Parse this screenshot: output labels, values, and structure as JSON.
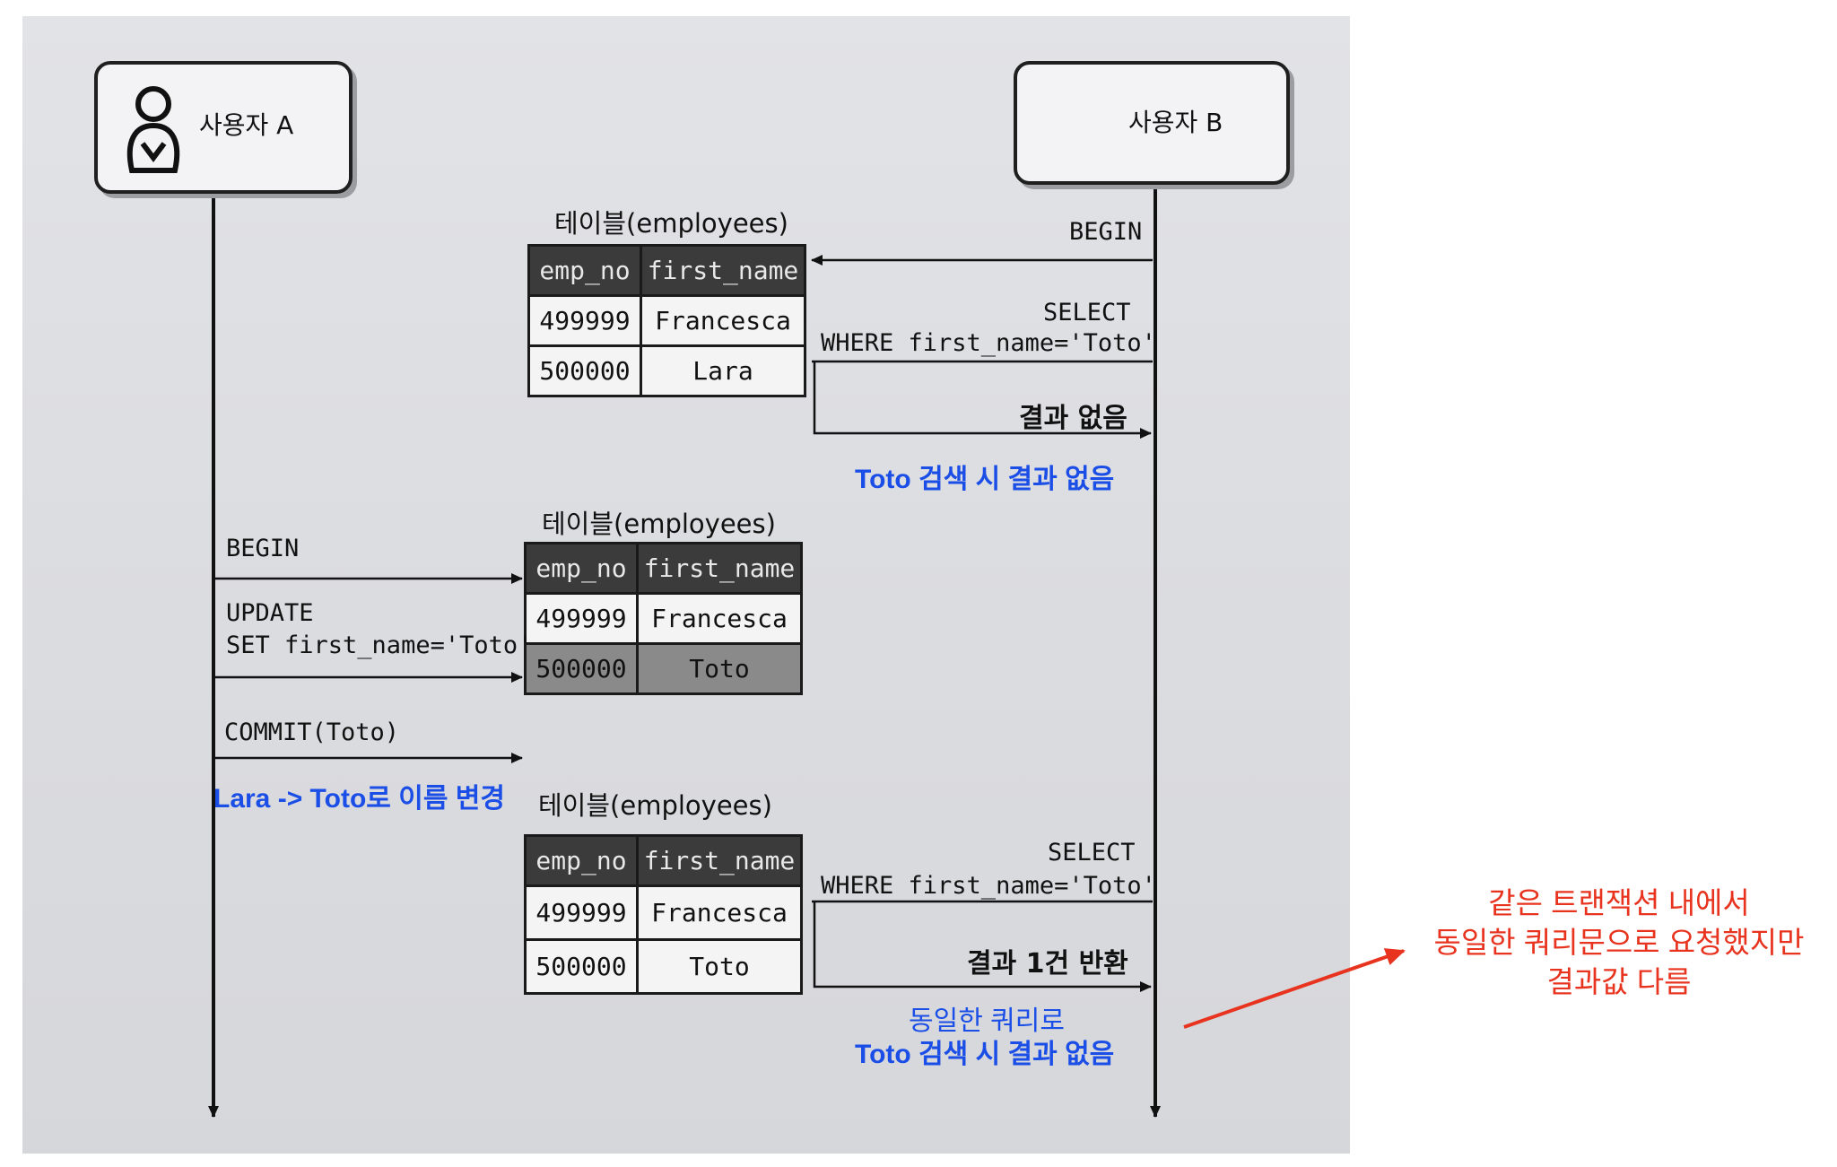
{
  "userA": {
    "label": "사용자 A",
    "icon": "user-icon"
  },
  "userB": {
    "label": "사용자 B",
    "icon": "user-icon"
  },
  "table_title": "테이블(employees)",
  "table_headers": {
    "col1": "emp_no",
    "col2": "first_name"
  },
  "table1": {
    "rows": [
      [
        "499999",
        "Francesca"
      ],
      [
        "500000",
        "Lara"
      ]
    ]
  },
  "table2": {
    "rows": [
      [
        "499999",
        "Francesca"
      ],
      [
        "500000",
        "Toto"
      ]
    ]
  },
  "table3": {
    "rows": [
      [
        "499999",
        "Francesca"
      ],
      [
        "500000",
        "Toto"
      ]
    ]
  },
  "userB_ops": {
    "begin": "BEGIN",
    "select1_line1": "SELECT",
    "select1_line2": "WHERE first_name='Toto'",
    "result1": "결과 없음",
    "select2_line1": "SELECT",
    "select2_line2": "WHERE first_name='Toto'",
    "result2": "결과 1건 반환"
  },
  "userA_ops": {
    "begin": "BEGIN",
    "update_line1": "UPDATE",
    "update_line2": "SET first_name='Toto'",
    "commit": "COMMIT(Toto)"
  },
  "annotations": {
    "blue1": "Toto 검색 시 결과 없음",
    "blue2": "Lara -> Toto로 이름 변경",
    "blue3_line1": "동일한 쿼리로",
    "blue3_line2": "Toto 검색 시 결과 없음",
    "red_line1": "같은 트랜잭션 내에서",
    "red_line2": "동일한 쿼리문으로 요청했지만",
    "red_line3": "결과값 다름"
  },
  "colors": {
    "annotation_blue": "#1a4ee6",
    "annotation_red": "#e8331f",
    "header_bg": "#3b3b3b",
    "highlight_row": "#8a8a8a"
  }
}
